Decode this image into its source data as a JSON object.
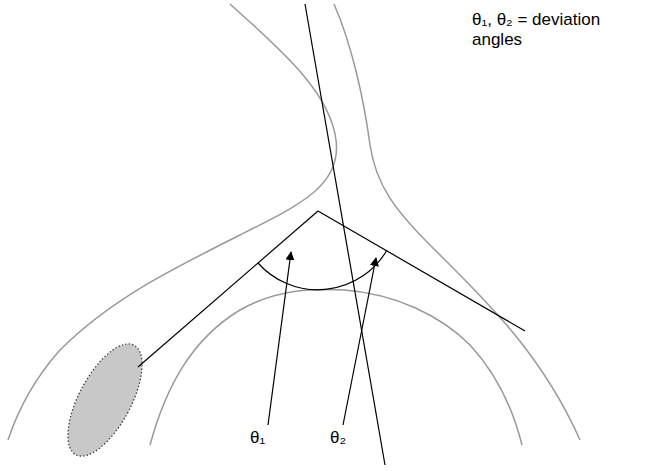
{
  "diagram": {
    "labels": [
      "θ₁, θ₂ = deviation angles",
      "θ₁",
      "θ₂"
    ]
  }
}
